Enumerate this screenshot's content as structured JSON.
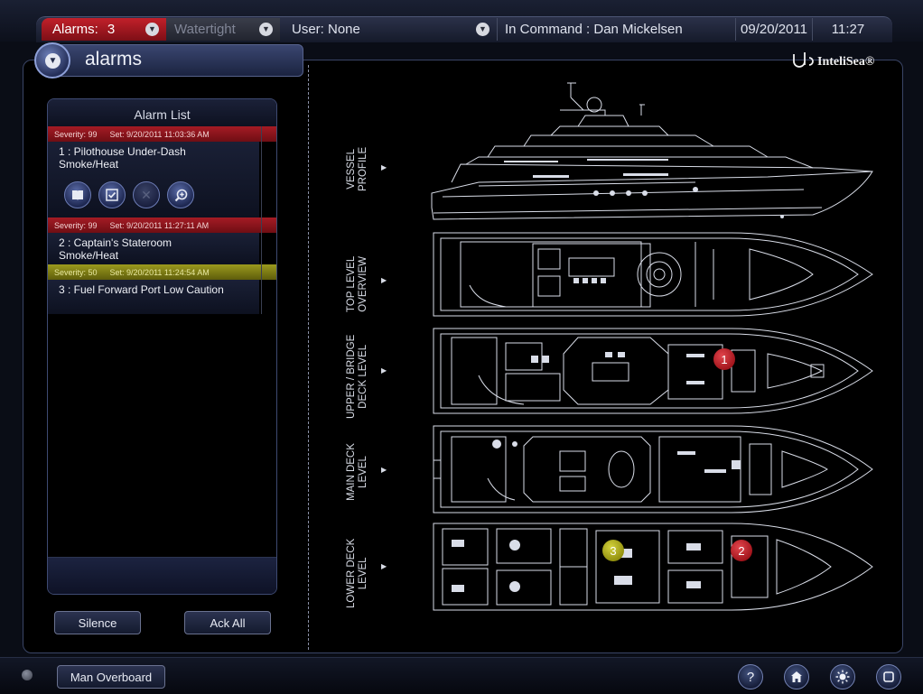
{
  "status_bar": {
    "alarms_label": "Alarms:",
    "alarms_count": "3",
    "watertight_label": "Watertight",
    "user_label": "User: None",
    "command_label": "In Command : Dan Mickelsen",
    "date": "09/20/2011",
    "time": "11:27"
  },
  "header": {
    "page_title": "alarms",
    "logo_text": "InteliSea®"
  },
  "alarm_list": {
    "title": "Alarm List",
    "items": [
      {
        "severity": "Severity: 99",
        "set": "Set: 9/20/2011 11:03:36 AM",
        "line1": "1 : Pilothouse Under-Dash",
        "line2": "Smoke/Heat",
        "level": "red"
      },
      {
        "severity": "Severity: 99",
        "set": "Set: 9/20/2011 11:27:11 AM",
        "line1": "2 : Captain's Stateroom",
        "line2": "Smoke/Heat",
        "level": "red"
      },
      {
        "severity": "Severity: 50",
        "set": "Set: 9/20/2011 11:24:54 AM",
        "line1": "3 : Fuel Forward Port Low Caution",
        "line2": "",
        "level": "yellow"
      }
    ],
    "actions": [
      "book-icon",
      "acknowledge-icon",
      "clear-icon",
      "zoom-icon"
    ],
    "silence_label": "Silence",
    "ack_all_label": "Ack All"
  },
  "levels": {
    "vessel_profile": [
      "VESSEL",
      "PROFILE"
    ],
    "top_level": [
      "TOP LEVEL",
      "OVERVIEW"
    ],
    "upper_bridge": [
      "UPPER / BRIDGE",
      "DECK LEVEL"
    ],
    "main_deck": [
      "MAIN DECK",
      "LEVEL"
    ],
    "lower_deck": [
      "LOWER DECK",
      "LEVEL"
    ]
  },
  "markers": {
    "m1": "1",
    "m2": "2",
    "m3": "3"
  },
  "bottom_bar": {
    "man_overboard_label": "Man Overboard",
    "buttons": [
      "help-icon",
      "home-icon",
      "brightness-icon",
      "window-icon"
    ]
  },
  "colors": {
    "alarm_red": "#b01a23",
    "caution_yellow": "#a3a21d",
    "frame_blue": "#3a4566"
  }
}
